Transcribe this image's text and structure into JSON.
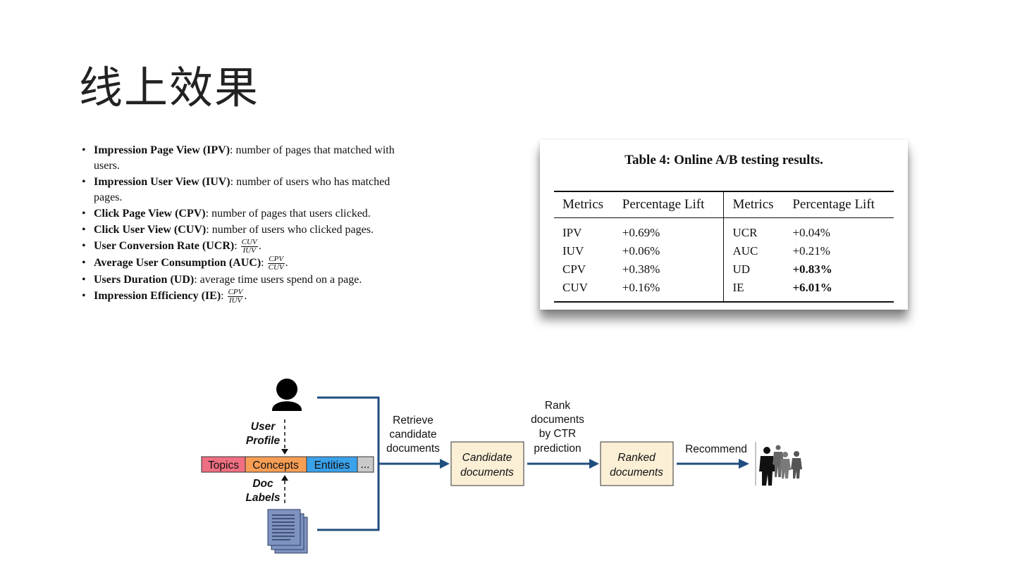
{
  "slide": {
    "title": "线上效果"
  },
  "definitions": [
    {
      "term": "Impression Page View (IPV)",
      "sep": ":",
      "desc": " number of pages that matched with users."
    },
    {
      "term": "Impression User View (IUV)",
      "sep": ":",
      "desc": " number of users who has matched pages."
    },
    {
      "term": "Click Page View (CPV)",
      "sep": ":",
      "desc": " number of pages that users clicked."
    },
    {
      "term": "Click User View (CUV)",
      "sep": ":",
      "desc": " number of users who clicked pages."
    },
    {
      "term": "User Conversion Rate (UCR)",
      "sep": ":",
      "num": "CUV",
      "den": "IUV"
    },
    {
      "term": "Average User Consumption (AUC)",
      "sep": ":",
      "num": "CPV",
      "den": "CUV"
    },
    {
      "term": "Users Duration (UD)",
      "sep": ":",
      "desc": " average time users spend on a page."
    },
    {
      "term": "Impression Efficiency (IE)",
      "sep": ":",
      "num": "CPV",
      "den": "IUV"
    }
  ],
  "table": {
    "caption": "Table 4: Online A/B testing results.",
    "headers": [
      "Metrics",
      "Percentage Lift",
      "Metrics",
      "Percentage Lift"
    ],
    "rows": [
      [
        "IPV",
        "+0.69%",
        "UCR",
        "+0.04%"
      ],
      [
        "IUV",
        "+0.06%",
        "AUC",
        "+0.21%"
      ],
      [
        "CPV",
        "+0.38%",
        "UD",
        "+0.83%"
      ],
      [
        "CUV",
        "+0.16%",
        "IE",
        "+6.01%"
      ]
    ]
  },
  "diagram": {
    "user_profile": [
      "User",
      "Profile"
    ],
    "doc_labels": [
      "Doc",
      "Labels"
    ],
    "tags": [
      "Topics",
      "Concepts",
      "Entities",
      "..."
    ],
    "tag_colors": [
      "#ef6f82",
      "#f79e55",
      "#3aa1eb",
      "#c9c9c9"
    ],
    "retrieve": [
      "Retrieve",
      "candidate",
      "documents"
    ],
    "candidate_box": [
      "Candidate",
      "documents"
    ],
    "rank": [
      "Rank",
      "documents",
      "by CTR",
      "prediction"
    ],
    "ranked_box": [
      "Ranked",
      "documents"
    ],
    "recommend": "Recommend",
    "line_color": "#1f4e80",
    "box_fill": "#fbefd6"
  }
}
